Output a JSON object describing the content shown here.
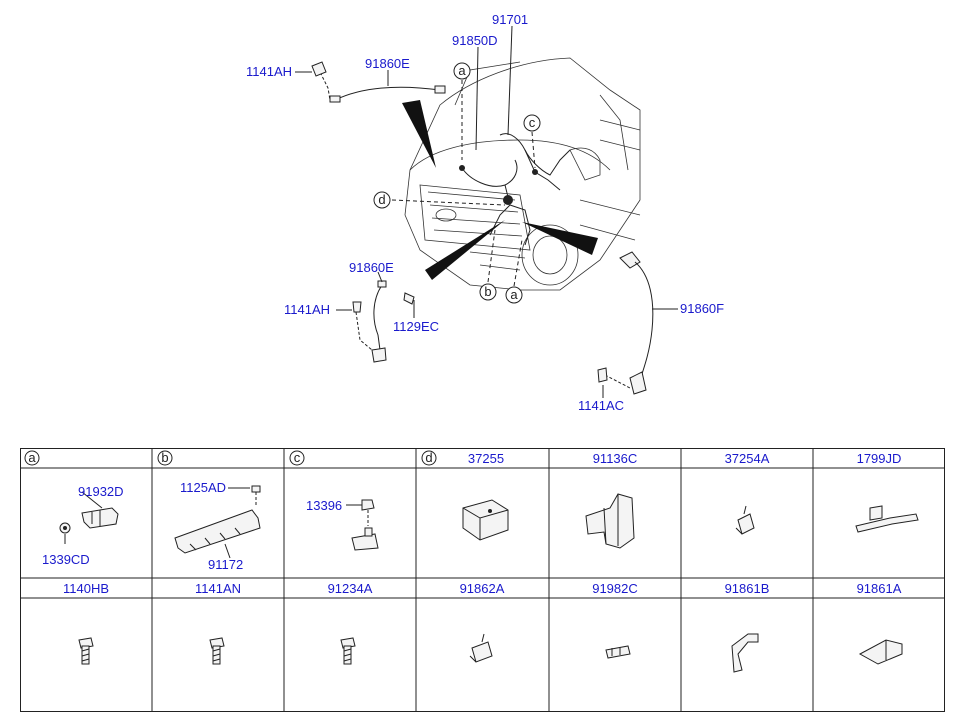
{
  "main": {
    "labels": {
      "p91701": "91701",
      "p91850D": "91850D",
      "p91860E_top": "91860E",
      "p1141AH_top": "1141AH",
      "p91860E_mid": "91860E",
      "p1141AH_mid": "1141AH",
      "p1129EC": "1129EC",
      "p91860F": "91860F",
      "p1141AC": "1141AC"
    },
    "callouts": {
      "a_top": "a",
      "c": "c",
      "d": "d",
      "b": "b",
      "a_bottom": "a"
    }
  },
  "table": {
    "row1": {
      "a": {
        "letter": "a",
        "parts": [
          "91932D",
          "1339CD"
        ]
      },
      "b": {
        "letter": "b",
        "parts": [
          "1125AD",
          "91172"
        ]
      },
      "c": {
        "letter": "c",
        "parts": [
          "13396"
        ]
      },
      "d": {
        "letter": "d",
        "header": "37255"
      },
      "col5": "91136C",
      "col6": "37254A",
      "col7": "1799JD"
    },
    "row2": [
      "1140HB",
      "1141AN",
      "91234A",
      "91862A",
      "91982C",
      "91861B",
      "91861A"
    ]
  }
}
